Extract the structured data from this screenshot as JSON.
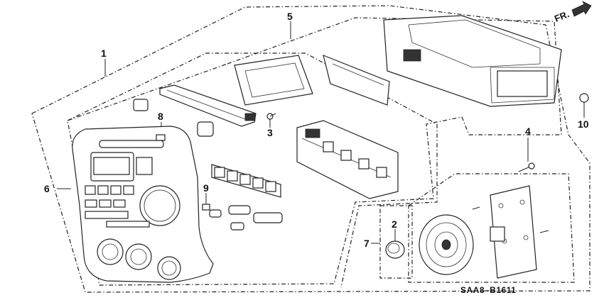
{
  "callouts": {
    "c1": "1",
    "c2": "2",
    "c3": "3",
    "c4": "4",
    "c5": "5",
    "c6": "6",
    "c7": "7",
    "c8": "8",
    "c9": "9",
    "c10": "10"
  },
  "direction_label": "FR.",
  "diagram_code": "SAA8–B1611",
  "icons": [
    "fr-arrow-icon"
  ]
}
